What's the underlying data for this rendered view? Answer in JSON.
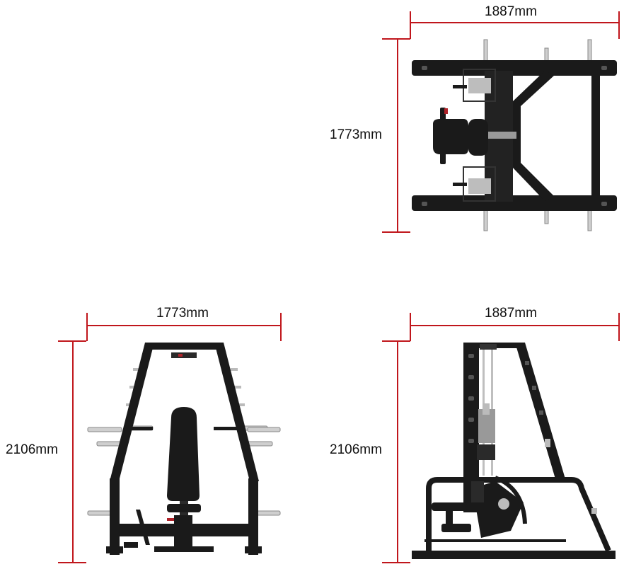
{
  "top_view": {
    "width_label": "1887mm",
    "depth_label": "1773mm"
  },
  "front_view": {
    "width_label": "1773mm",
    "height_label": "2106mm"
  },
  "side_view": {
    "width_label": "1887mm",
    "height_label": "2106mm"
  },
  "colors": {
    "dimension_line": "#c0161c",
    "frame": "#1a1a1a",
    "chrome": "#c8c8c8",
    "accent": "#b0232a"
  }
}
